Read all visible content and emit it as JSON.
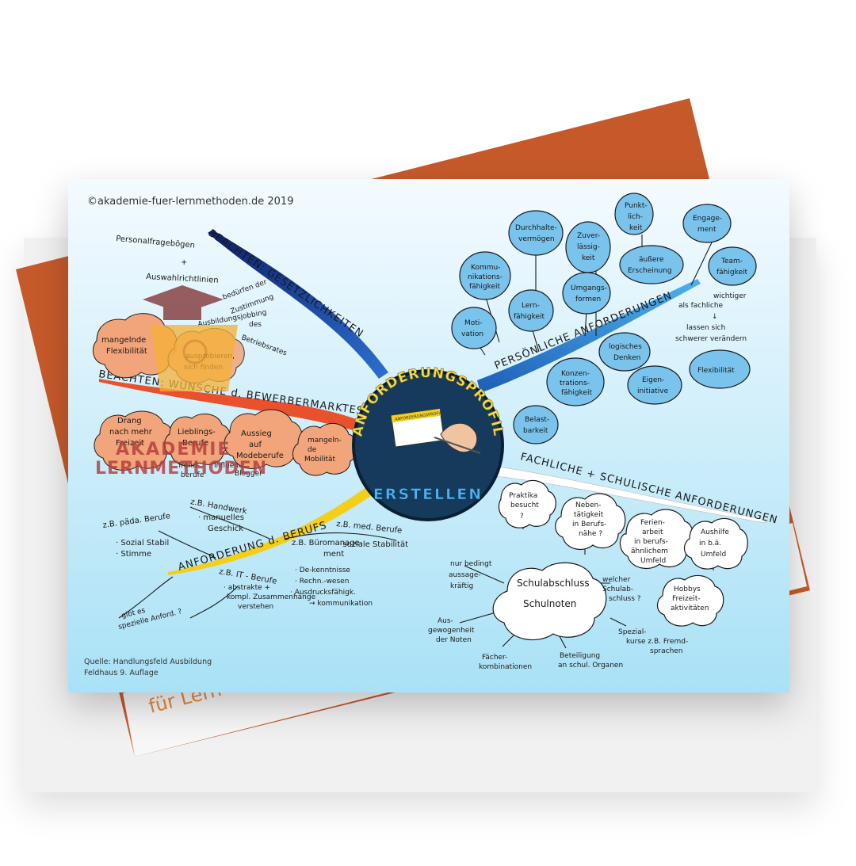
{
  "copyright": "©akademie-fuer-lernmethoden.de 2019",
  "source": {
    "line1": "Quelle: Handlungsfeld Ausbildung",
    "line2": "Feldhaus 9. Auflage"
  },
  "back_card_text": "für Lern",
  "center": {
    "title": "ANFORDERUNGSPROFIL",
    "subtitle": "ERSTELLEN",
    "card_label": "ANFORDERUNGSPROFIL"
  },
  "watermark": {
    "line1": "AKADEMIE",
    "line2": "LERNMETHODEN"
  },
  "colors": {
    "card_bg_top": "#f4fbff",
    "card_bg_bottom": "#a9e1f6",
    "back_card": "#c6592a",
    "center_bg": "#163a5c",
    "center_title": "#f4df4e",
    "center_subtitle": "#4fb2ea",
    "bubble_blue": "#79c3ec",
    "bubble_orange": "#f2a47a"
  },
  "branches": {
    "gesetz": {
      "label": "BEACHTEN: GESETZLICHKEITEN",
      "items": [
        "Personalfragebögen",
        "+",
        "Auswahlrichtlinien",
        "bedürfen der",
        "Zustimmung",
        "des",
        "Betriebsrates"
      ]
    },
    "wuensche": {
      "label": "BEACHTEN: WÜNSCHE d. BEWERBERMARKTES",
      "bubbles": [
        "mangelnde Flexibilität",
        "Ausbildungsjobbing",
        "ausprobieren, sich finden",
        "Drang nach mehr Freizeit",
        "Lieblings-Berufe",
        "Trend-berufe",
        "Influencer",
        "Blogger",
        "Aussieg auf Modeberufe",
        "mangelnde Mobilität"
      ]
    },
    "persoenlich": {
      "label": "PERSÖNLICHE ANFORDERUNGEN",
      "bubbles": [
        "Durchhalte-vermögen",
        "Punkt-lich-keit",
        "Engage-ment",
        "Kommu-nikations-fähigkeit",
        "Zuver-lässig-keit",
        "äußere Erscheinung",
        "Team-fähigkeit",
        "Lern-fähigkeit",
        "Umgangs-formen",
        "Moti-vation",
        "logisches Denken",
        "Konzen-trations-fähigkeit",
        "Eigen-initiative",
        "Belast-barkeit",
        "Flexibilität"
      ],
      "note": [
        "wichtiger",
        "als fachliche",
        "↓",
        "lassen sich",
        "schwerer verändern"
      ]
    },
    "fachlich": {
      "label": "FACHLICHE + SCHULISCHE ANFORDERUNGEN",
      "clouds": [
        "Praktika besucht ?",
        "Neben-tätigkeit in Berufs-nähe ?",
        "Ferien-arbeit in berufs-ähnlichem Umfeld",
        "Aushilfe in b.ä. Umfeld",
        "Hobbys Freizeit-aktivitäten"
      ],
      "school": {
        "line1": "Schulabschluss",
        "line2": "Schulnoten"
      },
      "school_notes": [
        "nur bedingt aussage-kräftig",
        "welcher Schulab-schluss ?",
        "Aus-gewogenheit der Noten",
        "Fächer-kombinationen",
        "Beteiligung an schul. Organen",
        "Spezial-kurse z.B. Fremd-sprachen"
      ]
    },
    "beruf": {
      "label": "ANFORDERUNG d. BERUFS",
      "items": [
        "z.B. Handwerk",
        "· manuelles Geschick",
        "z.B. päda. Berufe",
        "· Sozial Stabil",
        "· Stimme",
        "z.B. med. Berufe",
        "· soziale Stabilität",
        "z.B. Büromanage-ment",
        "· De-kenntnisse",
        "· Rechn.-wesen",
        "· Ausdrucksfähigk.",
        "→ kommunikation",
        "z.B. IT - Berufe",
        "· abstrakte + kompl. Zusammenhänge verstehen",
        "gibt es spezielle Anford. ?"
      ]
    }
  }
}
